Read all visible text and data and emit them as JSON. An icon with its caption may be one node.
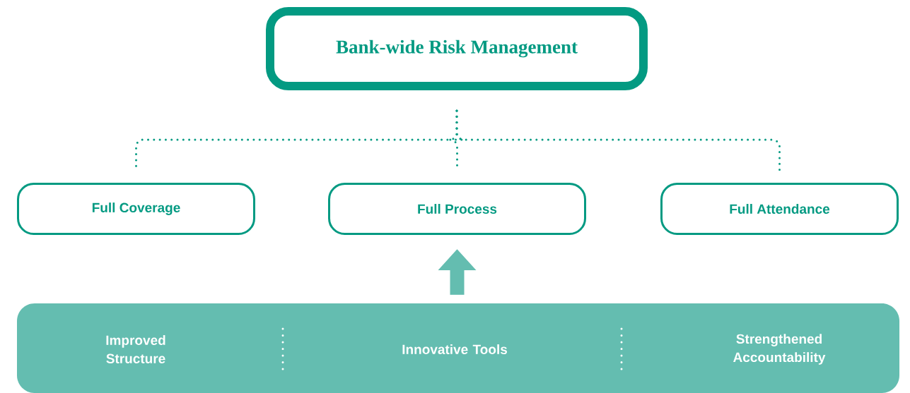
{
  "diagram": {
    "nodes": [
      {
        "text": [
          "Bank-wide Risk Management"
        ]
      },
      {
        "text": [
          "Full Coverage"
        ]
      },
      {
        "text": [
          "Full Process"
        ]
      },
      {
        "text": [
          "Full Attendance"
        ]
      },
      {
        "text": [],
        "shape": "box"
      },
      {
        "text": [
          "Improved Structure"
        ],
        "in": 4
      },
      {
        "text": [
          "Innovative Tools"
        ],
        "in": 4
      },
      {
        "text": [
          "Strengthened Accountability"
        ],
        "in": 4
      }
    ],
    "edges": [
      {
        "from": 0,
        "to": 1,
        "arrow": "none",
        "style": "dashed"
      },
      {
        "from": 0,
        "to": 2,
        "arrow": "none",
        "style": "dashed"
      },
      {
        "from": 0,
        "to": 3,
        "arrow": "none",
        "style": "dashed"
      },
      {
        "from": 4,
        "to": 2,
        "arrow": "to",
        "style": "thick",
        "color": "#64bdb0"
      }
    ]
  }
}
